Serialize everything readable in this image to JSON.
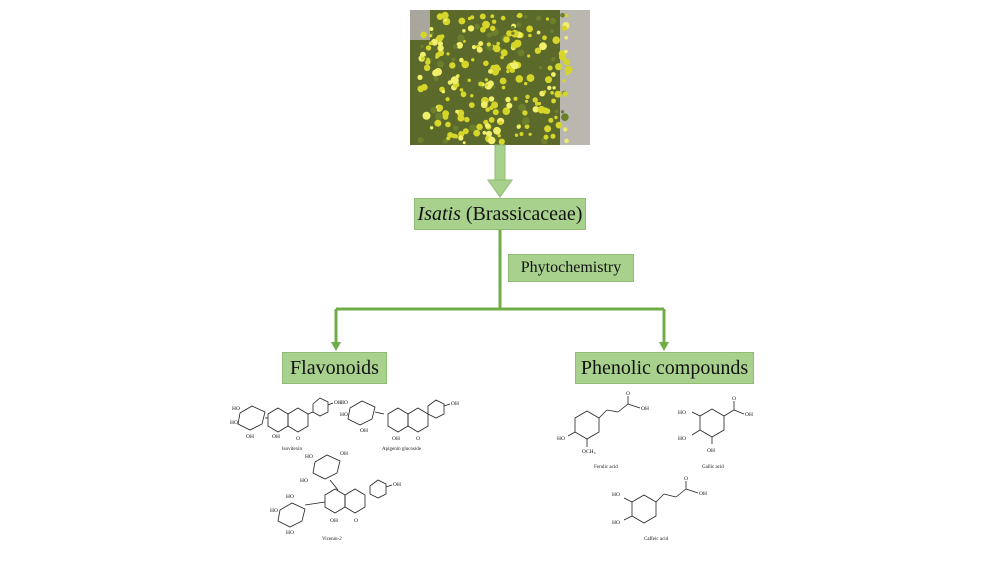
{
  "nodes": {
    "genus": "Isatis",
    "family": "(Brassicaceae)",
    "phytochemistry": "Phytochemistry",
    "flavonoids": "Flavonoids",
    "phenolics": "Phenolic compounds"
  },
  "compounds": {
    "isovitexin": "Isovitexin",
    "apigenin_glucoside": "Apigenin glucoside",
    "vicenin": "Vicenin-2",
    "ferulic": "Ferulic acid",
    "gallic": "Gallic acid",
    "caffeic": "Caffeic acid"
  },
  "colors": {
    "node_fill": "#a9d18e",
    "arrow": "#70ad47",
    "flower_yellow": "#d6d62a",
    "foliage": "#6b7f2c"
  },
  "icons": {
    "photo": "yellow-flowers-photo"
  }
}
